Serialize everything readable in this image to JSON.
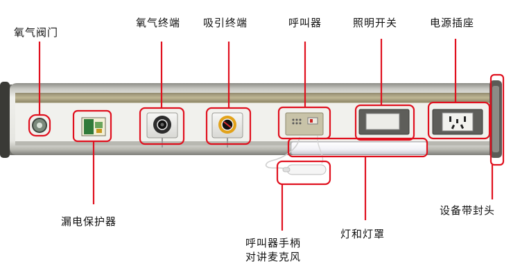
{
  "labels": {
    "oxygen_valve": "氧气阀门",
    "oxygen_outlet": "氧气终端",
    "suction_outlet": "吸引终端",
    "nurse_call": "呼叫器",
    "light_switch": "照明开关",
    "power_socket": "电源插座",
    "leakage_protector": "漏电保护器",
    "call_handset_line1": "呼叫器手柄",
    "call_handset_line2": "对讲麦克风",
    "light_and_cover": "灯和灯罩",
    "end_cap": "设备带封头"
  },
  "colors": {
    "callout": "#e0101e",
    "panel_body": "#cfcfca",
    "panel_face": "#eeeeea",
    "panel_trim": "#a9a07a",
    "background": "#ffffff"
  },
  "icons": [
    "oxygen-valve-icon",
    "breaker-icon",
    "gas-outlet-icon",
    "call-unit-icon",
    "switch-icon",
    "socket-icon",
    "handset-icon"
  ]
}
